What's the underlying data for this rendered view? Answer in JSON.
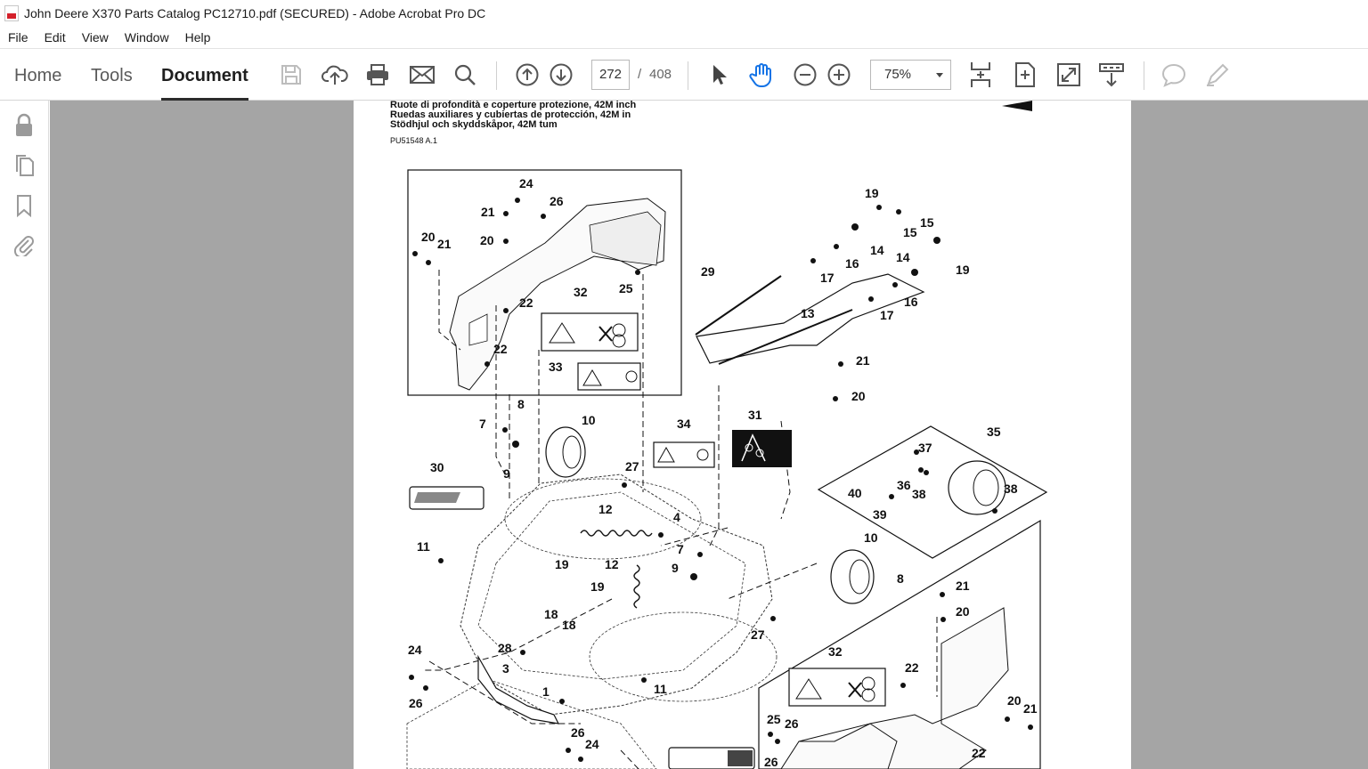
{
  "window": {
    "title": "John Deere X370 Parts Catalog PC12710.pdf (SECURED) - Adobe Acrobat Pro DC"
  },
  "menu": [
    "File",
    "Edit",
    "View",
    "Window",
    "Help"
  ],
  "tabs": [
    "Home",
    "Tools",
    "Document"
  ],
  "toolbar": {
    "page_current": "272",
    "page_separator": "/",
    "page_total": "408",
    "zoom": "75%"
  },
  "document": {
    "header_lines": [
      "Ruote di profondità e coperture protezione, 42M inch",
      "Ruedas auxiliares y cubiertas de protección, 42M in",
      "Stödhjul och skyddskåpor, 42M tum"
    ],
    "doc_id": "PU51548 A.1",
    "callouts": [
      "24",
      "26",
      "21",
      "20",
      "21",
      "20",
      "22",
      "22",
      "25",
      "32",
      "33",
      "29",
      "19",
      "15",
      "15",
      "14",
      "16",
      "17",
      "14",
      "19",
      "16",
      "17",
      "13",
      "21",
      "20",
      "31",
      "8",
      "7",
      "10",
      "9",
      "34",
      "35",
      "37",
      "36",
      "38",
      "40",
      "39",
      "38",
      "27",
      "30",
      "12",
      "4",
      "11",
      "12",
      "19",
      "19",
      "7",
      "9",
      "18",
      "18",
      "10",
      "8",
      "21",
      "20",
      "27",
      "24",
      "28",
      "3",
      "26",
      "1",
      "11",
      "32",
      "22",
      "26",
      "24",
      "25",
      "26",
      "20",
      "21",
      "26",
      "22"
    ]
  }
}
